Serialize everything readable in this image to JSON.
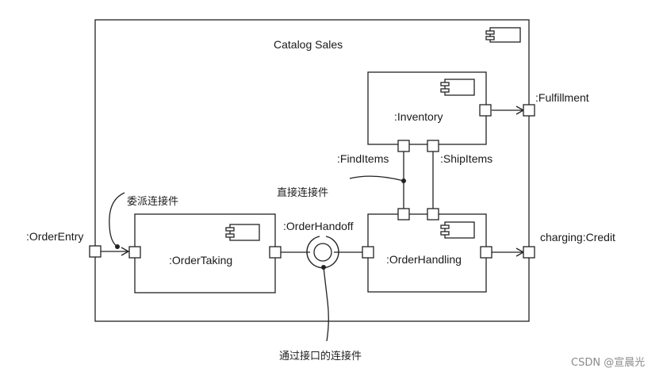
{
  "diagram": {
    "outer_component": {
      "name": "Catalog Sales"
    },
    "components": {
      "inventory": ":Inventory",
      "order_taking": ":OrderTaking",
      "order_handling": ":OrderHandling"
    },
    "ports": {
      "fulfillment": ":Fulfillment",
      "find_items": ":FindItems",
      "ship_items": ":ShipItems",
      "order_entry": ":OrderEntry",
      "order_handoff": ":OrderHandoff",
      "charging_credit": "charging:Credit"
    },
    "annotations": {
      "direct_connector": "直接连接件",
      "delegation_connector": "委派连接件",
      "interface_connector": "通过接口的连接件"
    }
  },
  "watermark": "CSDN @宣晨光"
}
